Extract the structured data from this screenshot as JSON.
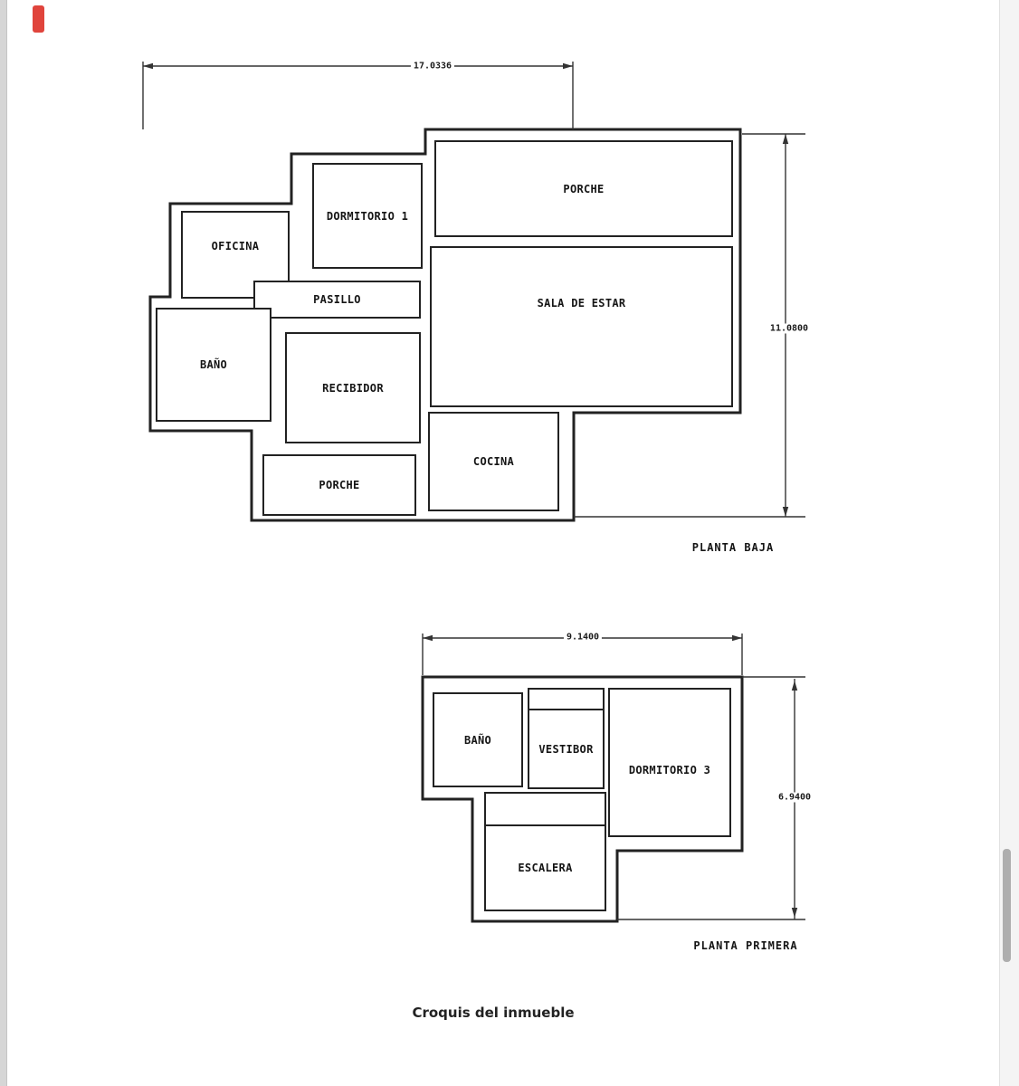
{
  "page": {
    "title": "Croquis del inmueble"
  },
  "colors": {
    "line": "#222222",
    "marker_red": "#e0443c",
    "scrollbar_thumb": "#aeaeae"
  },
  "plans": {
    "baja": {
      "caption": "PLANTA BAJA",
      "dim_width": "17.0336",
      "dim_height": "11.0800",
      "rooms": [
        {
          "label": "PORCHE"
        },
        {
          "label": "SALA DE ESTAR"
        },
        {
          "label": "DORMITORIO 1"
        },
        {
          "label": "OFICINA"
        },
        {
          "label": "PASILLO"
        },
        {
          "label": "BAÑO"
        },
        {
          "label": "RECIBIDOR"
        },
        {
          "label": "COCINA"
        },
        {
          "label": "PORCHE"
        }
      ]
    },
    "primera": {
      "caption": "PLANTA PRIMERA",
      "dim_width": "9.1400",
      "dim_height": "6.9400",
      "rooms": [
        {
          "label": "BAÑO"
        },
        {
          "label": "VESTIBOR"
        },
        {
          "label": "DORMITORIO 3"
        },
        {
          "label": "ESCALERA"
        }
      ]
    }
  }
}
